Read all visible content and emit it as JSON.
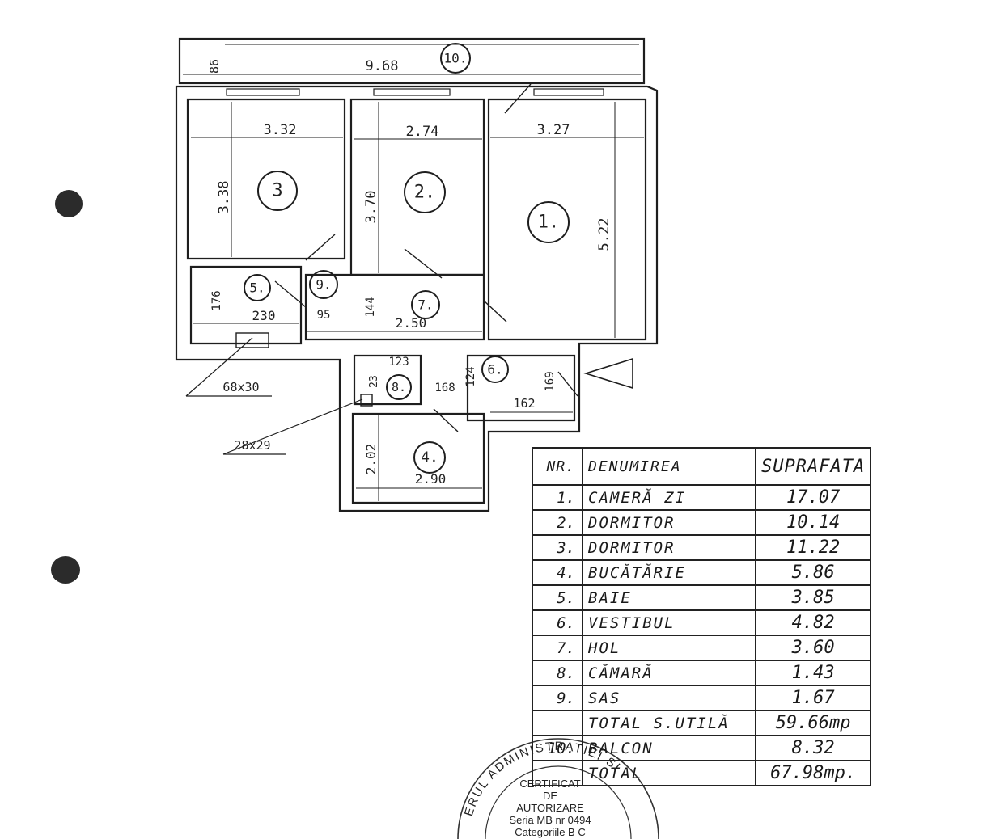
{
  "rooms": [
    {
      "number": "1.",
      "width": "3.27",
      "height": "5.22"
    },
    {
      "number": "2.",
      "width": "2.74",
      "height": "3.70"
    },
    {
      "number": "3",
      "width": "3.32",
      "height": "3.38"
    },
    {
      "number": "4.",
      "width": "2.90",
      "height": "2.02"
    },
    {
      "number": "5.",
      "width": "230",
      "height": "176"
    },
    {
      "number": "6.",
      "width": "162",
      "height": "124",
      "extra": "169"
    },
    {
      "number": "7.",
      "width": "2.50",
      "height": "144"
    },
    {
      "number": "8.",
      "width": "168",
      "height": "123",
      "side": "23"
    },
    {
      "number": "9.",
      "width": "95"
    },
    {
      "number": "10.",
      "width": "9.68",
      "height": "86"
    }
  ],
  "annotations": {
    "vent_bath": "68x30",
    "vent_pantry": "28x29"
  },
  "table": {
    "headers": {
      "nr": "NR.",
      "name": "DENUMIREA",
      "area": "SUPRAFATA"
    },
    "rows": [
      {
        "nr": "1.",
        "name": "CAMERĂ ZI",
        "area": "17.07"
      },
      {
        "nr": "2.",
        "name": "DORMITOR",
        "area": "10.14"
      },
      {
        "nr": "3.",
        "name": "DORMITOR",
        "area": "11.22"
      },
      {
        "nr": "4.",
        "name": "BUCĂTĂRIE",
        "area": "5.86"
      },
      {
        "nr": "5.",
        "name": "BAIE",
        "area": "3.85"
      },
      {
        "nr": "6.",
        "name": "VESTIBUL",
        "area": "4.82"
      },
      {
        "nr": "7.",
        "name": "HOL",
        "area": "3.60"
      },
      {
        "nr": "8.",
        "name": "CĂMARĂ",
        "area": "1.43"
      },
      {
        "nr": "9.",
        "name": "SAS",
        "area": "1.67"
      },
      {
        "nr": "",
        "name": "TOTAL S.UTILĂ",
        "area": "59.66mp"
      },
      {
        "nr": "10.",
        "name": "BALCON",
        "area": "8.32"
      },
      {
        "nr": "",
        "name": "TOTAL",
        "area": "67.98mp."
      }
    ]
  },
  "stamp": {
    "arc_text": "ERUL ADMINISTRATIEI SI",
    "line1": "CERTIFICAT",
    "line2": "DE",
    "line3": "AUTORIZARE",
    "line4": "Seria MB nr 0494",
    "line5": "Categoriile B C"
  }
}
